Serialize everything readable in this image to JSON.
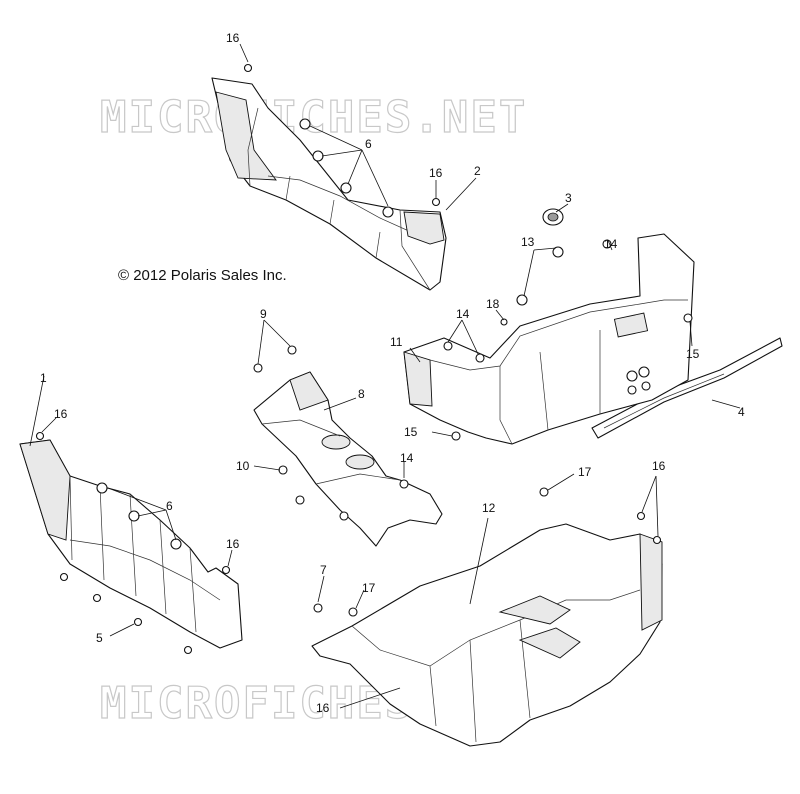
{
  "copyright": "© 2012 Polaris Sales Inc.",
  "watermark_top": "MICROFICHES.NET",
  "watermark_bottom": "MICROFICHES.NET",
  "callouts": {
    "c16a": "16",
    "c6a": "6",
    "c16b": "16",
    "c2": "2",
    "c3": "3",
    "c13": "13",
    "c14a": "14",
    "c9": "9",
    "c18": "18",
    "c14b": "14",
    "c11": "11",
    "c15a": "15",
    "c8": "8",
    "c1": "1",
    "c16c": "16",
    "c15b": "15",
    "c4": "4",
    "c10": "10",
    "c14c": "14",
    "c17a": "17",
    "c16d": "16",
    "c6b": "6",
    "c16e": "16",
    "c12": "12",
    "c7": "7",
    "c17b": "17",
    "c5": "5",
    "c16f": "16"
  }
}
